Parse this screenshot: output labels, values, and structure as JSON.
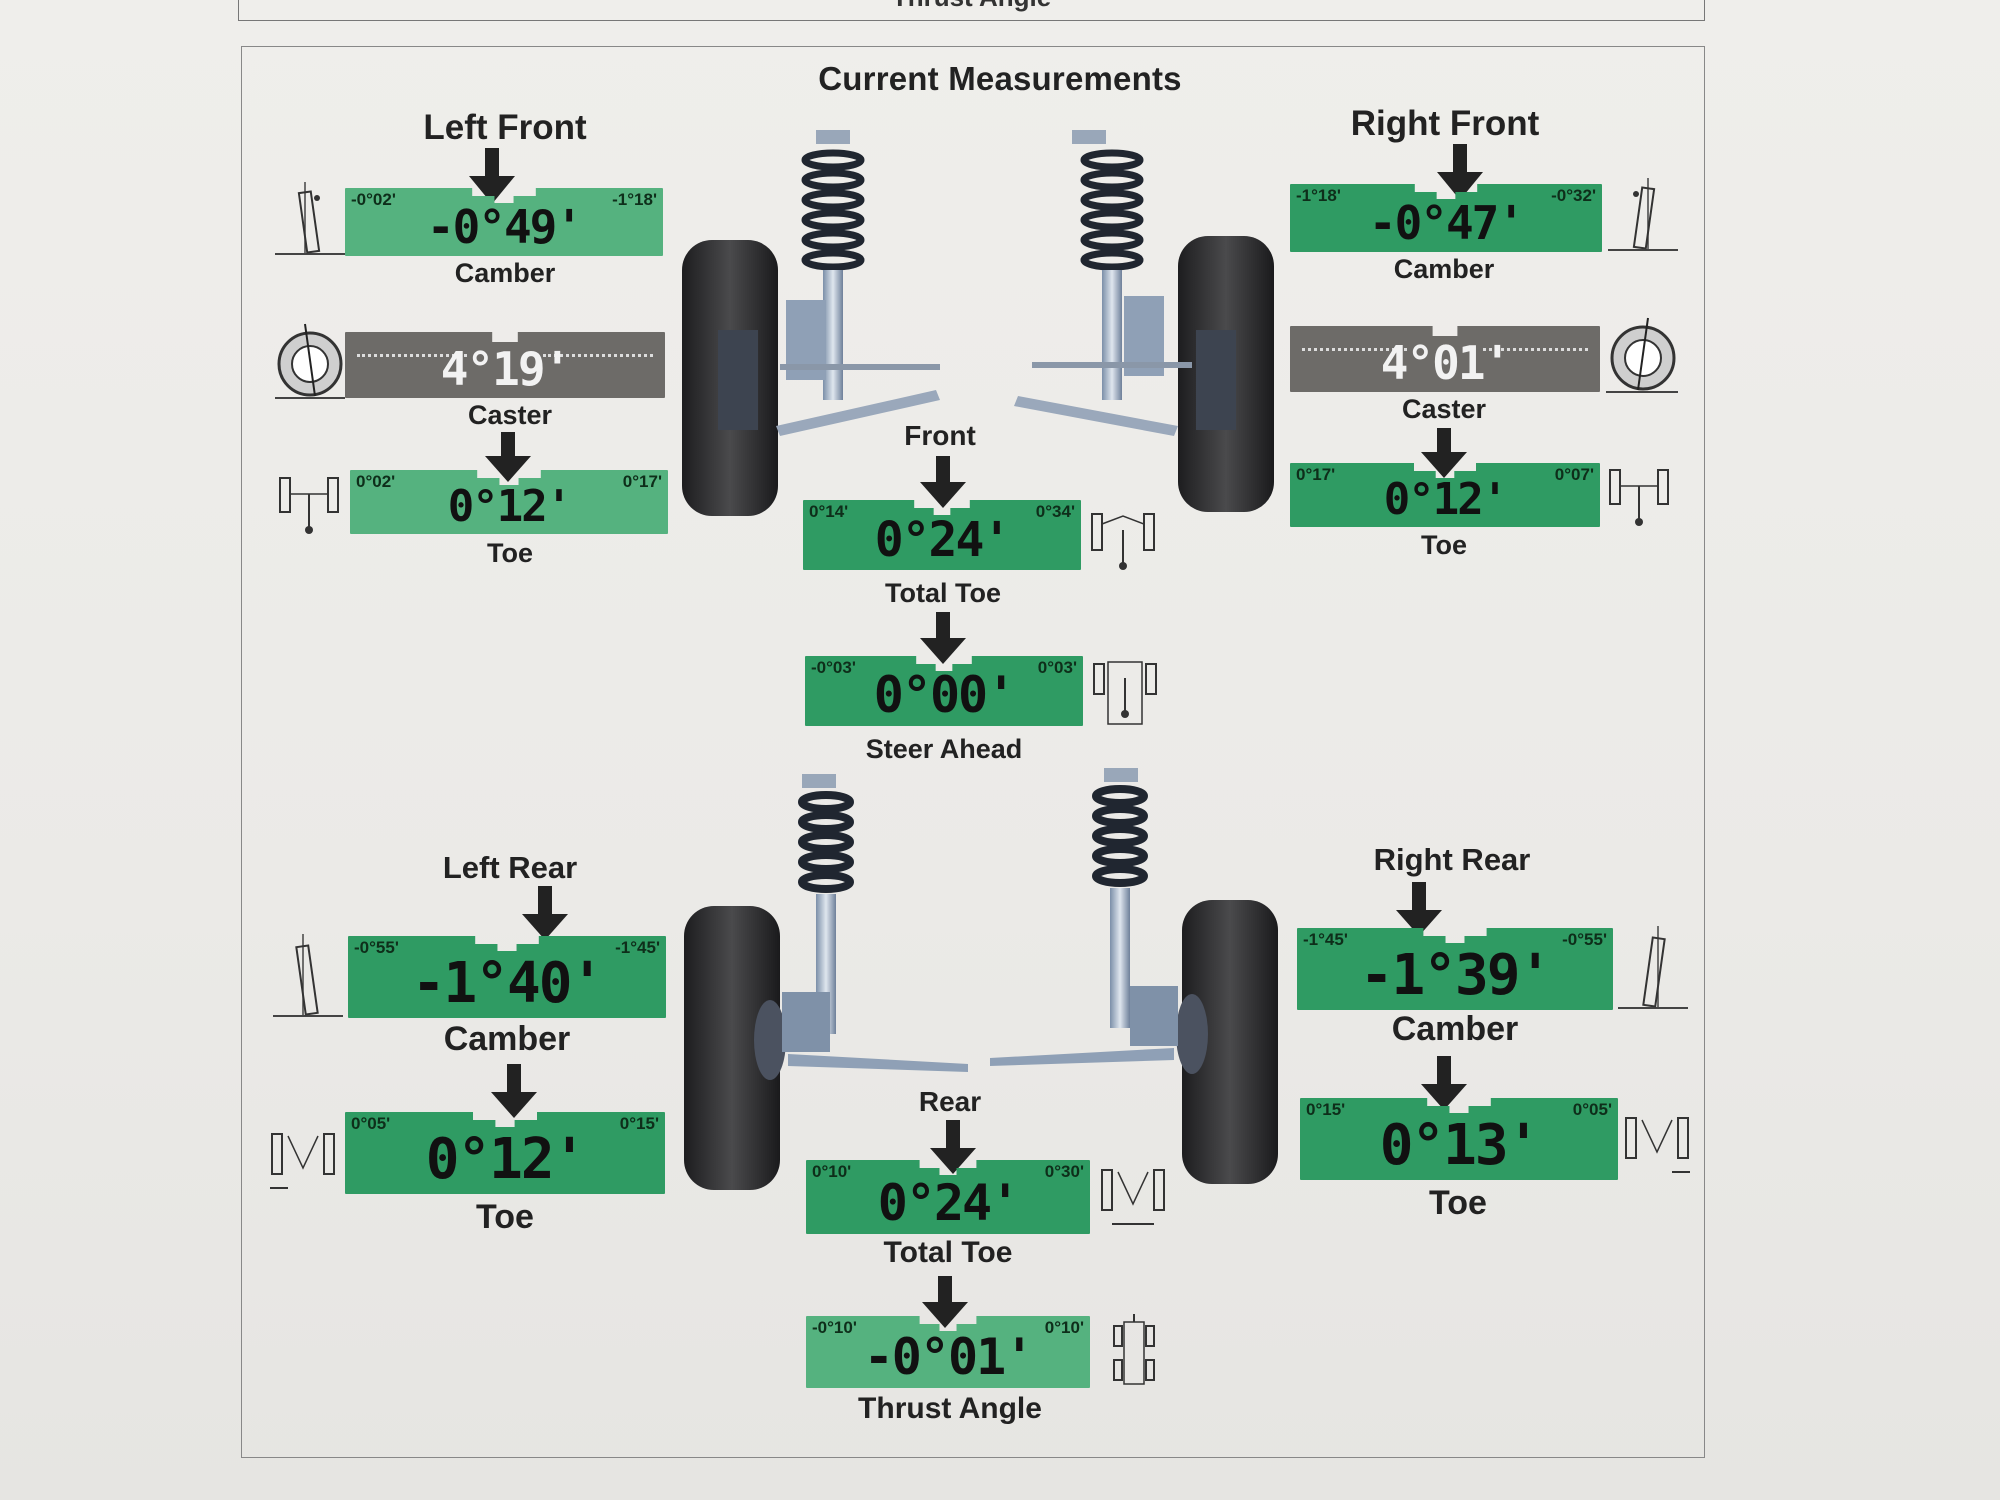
{
  "previous_section": {
    "title": "Thrust Angle"
  },
  "title": "Current Measurements",
  "left_front": {
    "label": "Left Front",
    "camber": {
      "caption": "Camber",
      "value": "-0°49'",
      "min": "-0°02'",
      "max": "-1°18'"
    },
    "caster": {
      "caption": "Caster",
      "value": "4°19'"
    },
    "toe": {
      "caption": "Toe",
      "value": "0°12'",
      "min": "0°02'",
      "max": "0°17'"
    }
  },
  "right_front": {
    "label": "Right Front",
    "camber": {
      "caption": "Camber",
      "value": "-0°47'",
      "min": "-1°18'",
      "max": "-0°32'"
    },
    "caster": {
      "caption": "Caster",
      "value": "4°01'"
    },
    "toe": {
      "caption": "Toe",
      "value": "0°12'",
      "min": "0°17'",
      "max": "0°07'"
    }
  },
  "front_total_toe": {
    "label": "Front",
    "caption": "Total Toe",
    "value": "0°24'",
    "min": "0°14'",
    "max": "0°34'"
  },
  "steer_ahead": {
    "caption": "Steer Ahead",
    "value": "0°00'",
    "min": "-0°03'",
    "max": "0°03'"
  },
  "left_rear": {
    "label": "Left Rear",
    "camber": {
      "caption": "Camber",
      "value": "-1°40'",
      "min": "-0°55'",
      "max": "-1°45'"
    },
    "toe": {
      "caption": "Toe",
      "value": "0°12'",
      "min": "0°05'",
      "max": "0°15'"
    }
  },
  "right_rear": {
    "label": "Right Rear",
    "camber": {
      "caption": "Camber",
      "value": "-1°39'",
      "min": "-1°45'",
      "max": "-0°55'"
    },
    "toe": {
      "caption": "Toe",
      "value": "0°13'",
      "min": "0°15'",
      "max": "0°05'"
    }
  },
  "rear_total_toe": {
    "label": "Rear",
    "caption": "Total Toe",
    "value": "0°24'",
    "min": "0°10'",
    "max": "0°30'"
  },
  "thrust_angle": {
    "caption": "Thrust Angle",
    "value": "-0°01'",
    "min": "-0°10'",
    "max": "0°10'"
  },
  "colors": {
    "gauge_green": "#2f9b63",
    "gauge_green_light": "#55b27f",
    "caster_gray": "#6d6b68"
  }
}
